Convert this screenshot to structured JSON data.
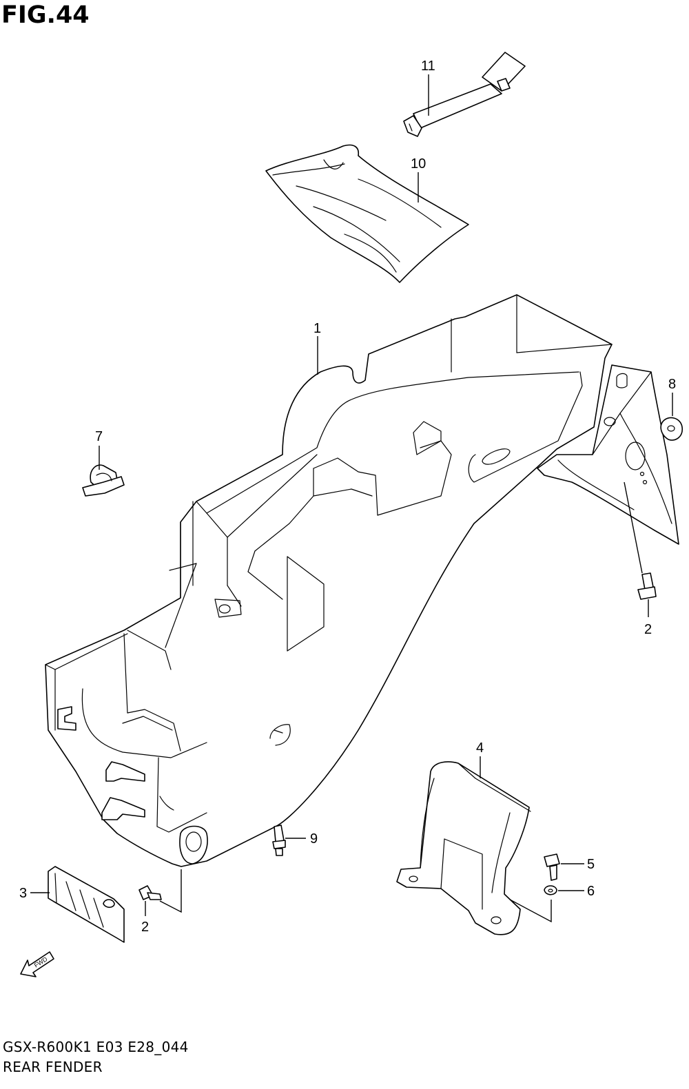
{
  "figure_title": "FIG.44",
  "callouts": {
    "c1": "1",
    "c2a": "2",
    "c2b": "2",
    "c3": "3",
    "c4": "4",
    "c5": "5",
    "c6": "6",
    "c7": "7",
    "c8": "8",
    "c9": "9",
    "c10": "10",
    "c11": "11"
  },
  "fwd_label": "FWD",
  "footer": {
    "model_code": "GSX-R600K1 E03 E28_044",
    "diagram_name": "REAR FENDER"
  }
}
